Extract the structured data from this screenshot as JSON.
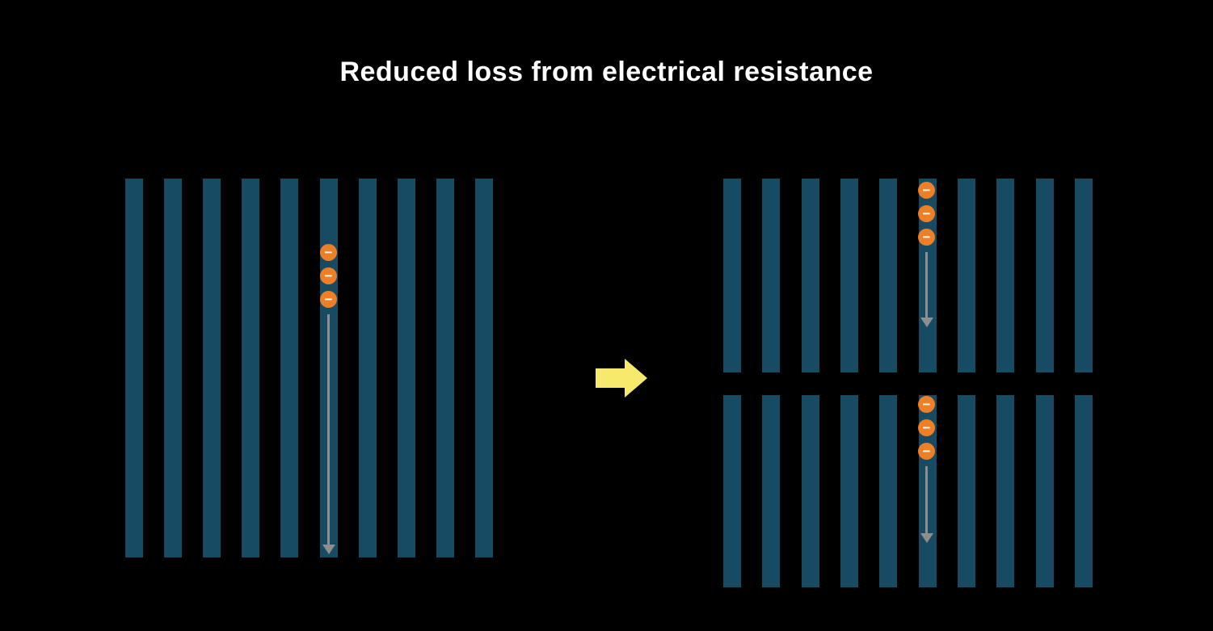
{
  "title": "Reduced loss from electrical resistance",
  "electron_symbol": "−",
  "colors": {
    "background": "#000000",
    "title_text": "#ffffff",
    "bar": "#174b64",
    "electron": "#ee7f24",
    "electron_symbol": "#ffffff",
    "flow_arrow": "#8e8e8e",
    "transition_arrow": "#f6e96b"
  },
  "left_panel": {
    "bar_count": 10,
    "electron_count": 3
  },
  "right_panel": {
    "top_group": {
      "bar_count": 10,
      "electron_count": 3
    },
    "bottom_group": {
      "bar_count": 10,
      "electron_count": 3
    }
  },
  "icons": {
    "electron": "electron-minus-icon",
    "current_flow": "down-arrow-icon",
    "transition": "right-arrow-icon"
  }
}
